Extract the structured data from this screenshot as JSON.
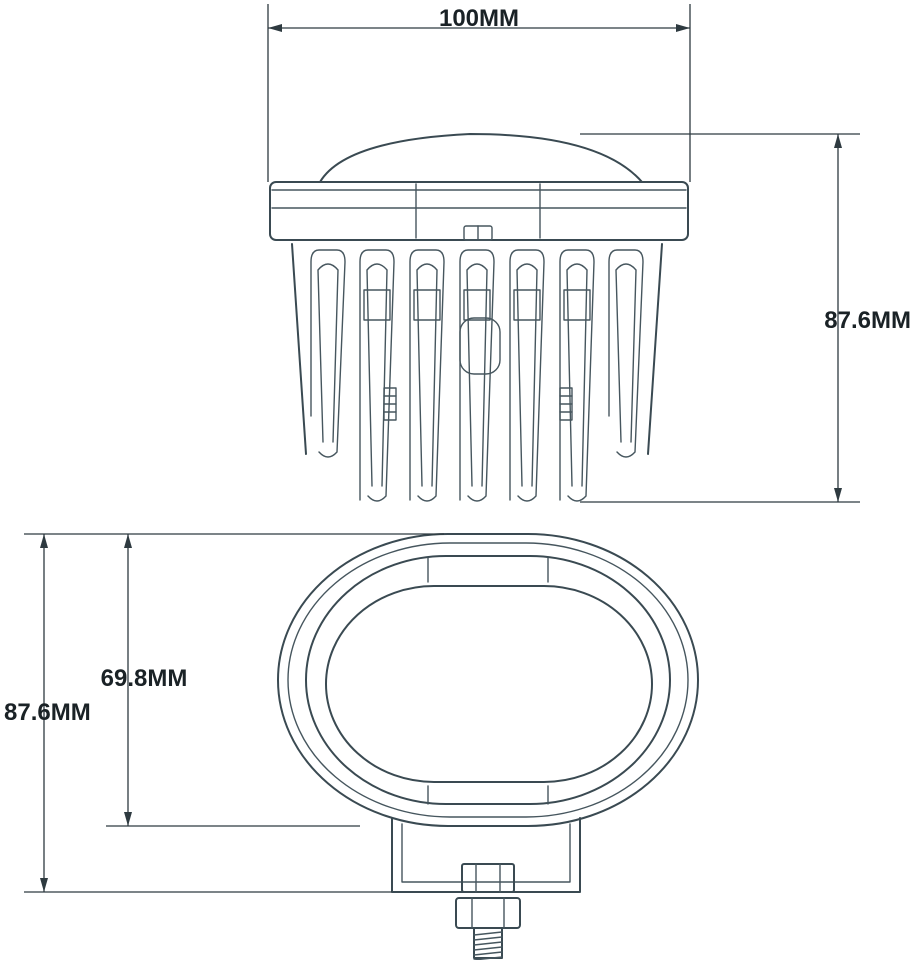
{
  "dimensions": {
    "width_top": "100MM",
    "height_side": "87.6MM",
    "inner_height_front": "69.8MM",
    "outer_height_front": "87.6MM"
  },
  "colors": {
    "line": "#3a4a52",
    "text": "#1a2226",
    "background": "#ffffff"
  }
}
